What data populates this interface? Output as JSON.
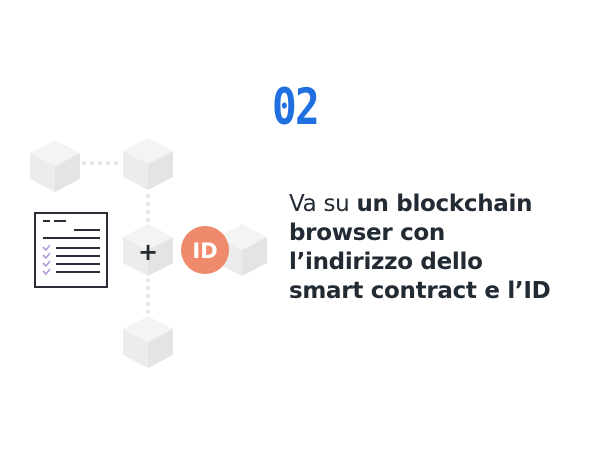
{
  "step": {
    "number": "02"
  },
  "instruction": {
    "line1_normal": "Va su ",
    "line1_bold": "un blockchain",
    "line2": "browser con",
    "line3": "l’indirizzo dello",
    "line4": "smart contract e l’ID"
  },
  "illustration": {
    "id_badge_text": "ID",
    "plus_symbol": "+",
    "id_badge_color": "#f08a6c",
    "document_color": "#2a2e38",
    "checkmark_color": "#b59ad8",
    "cube_color": "#efefef"
  }
}
